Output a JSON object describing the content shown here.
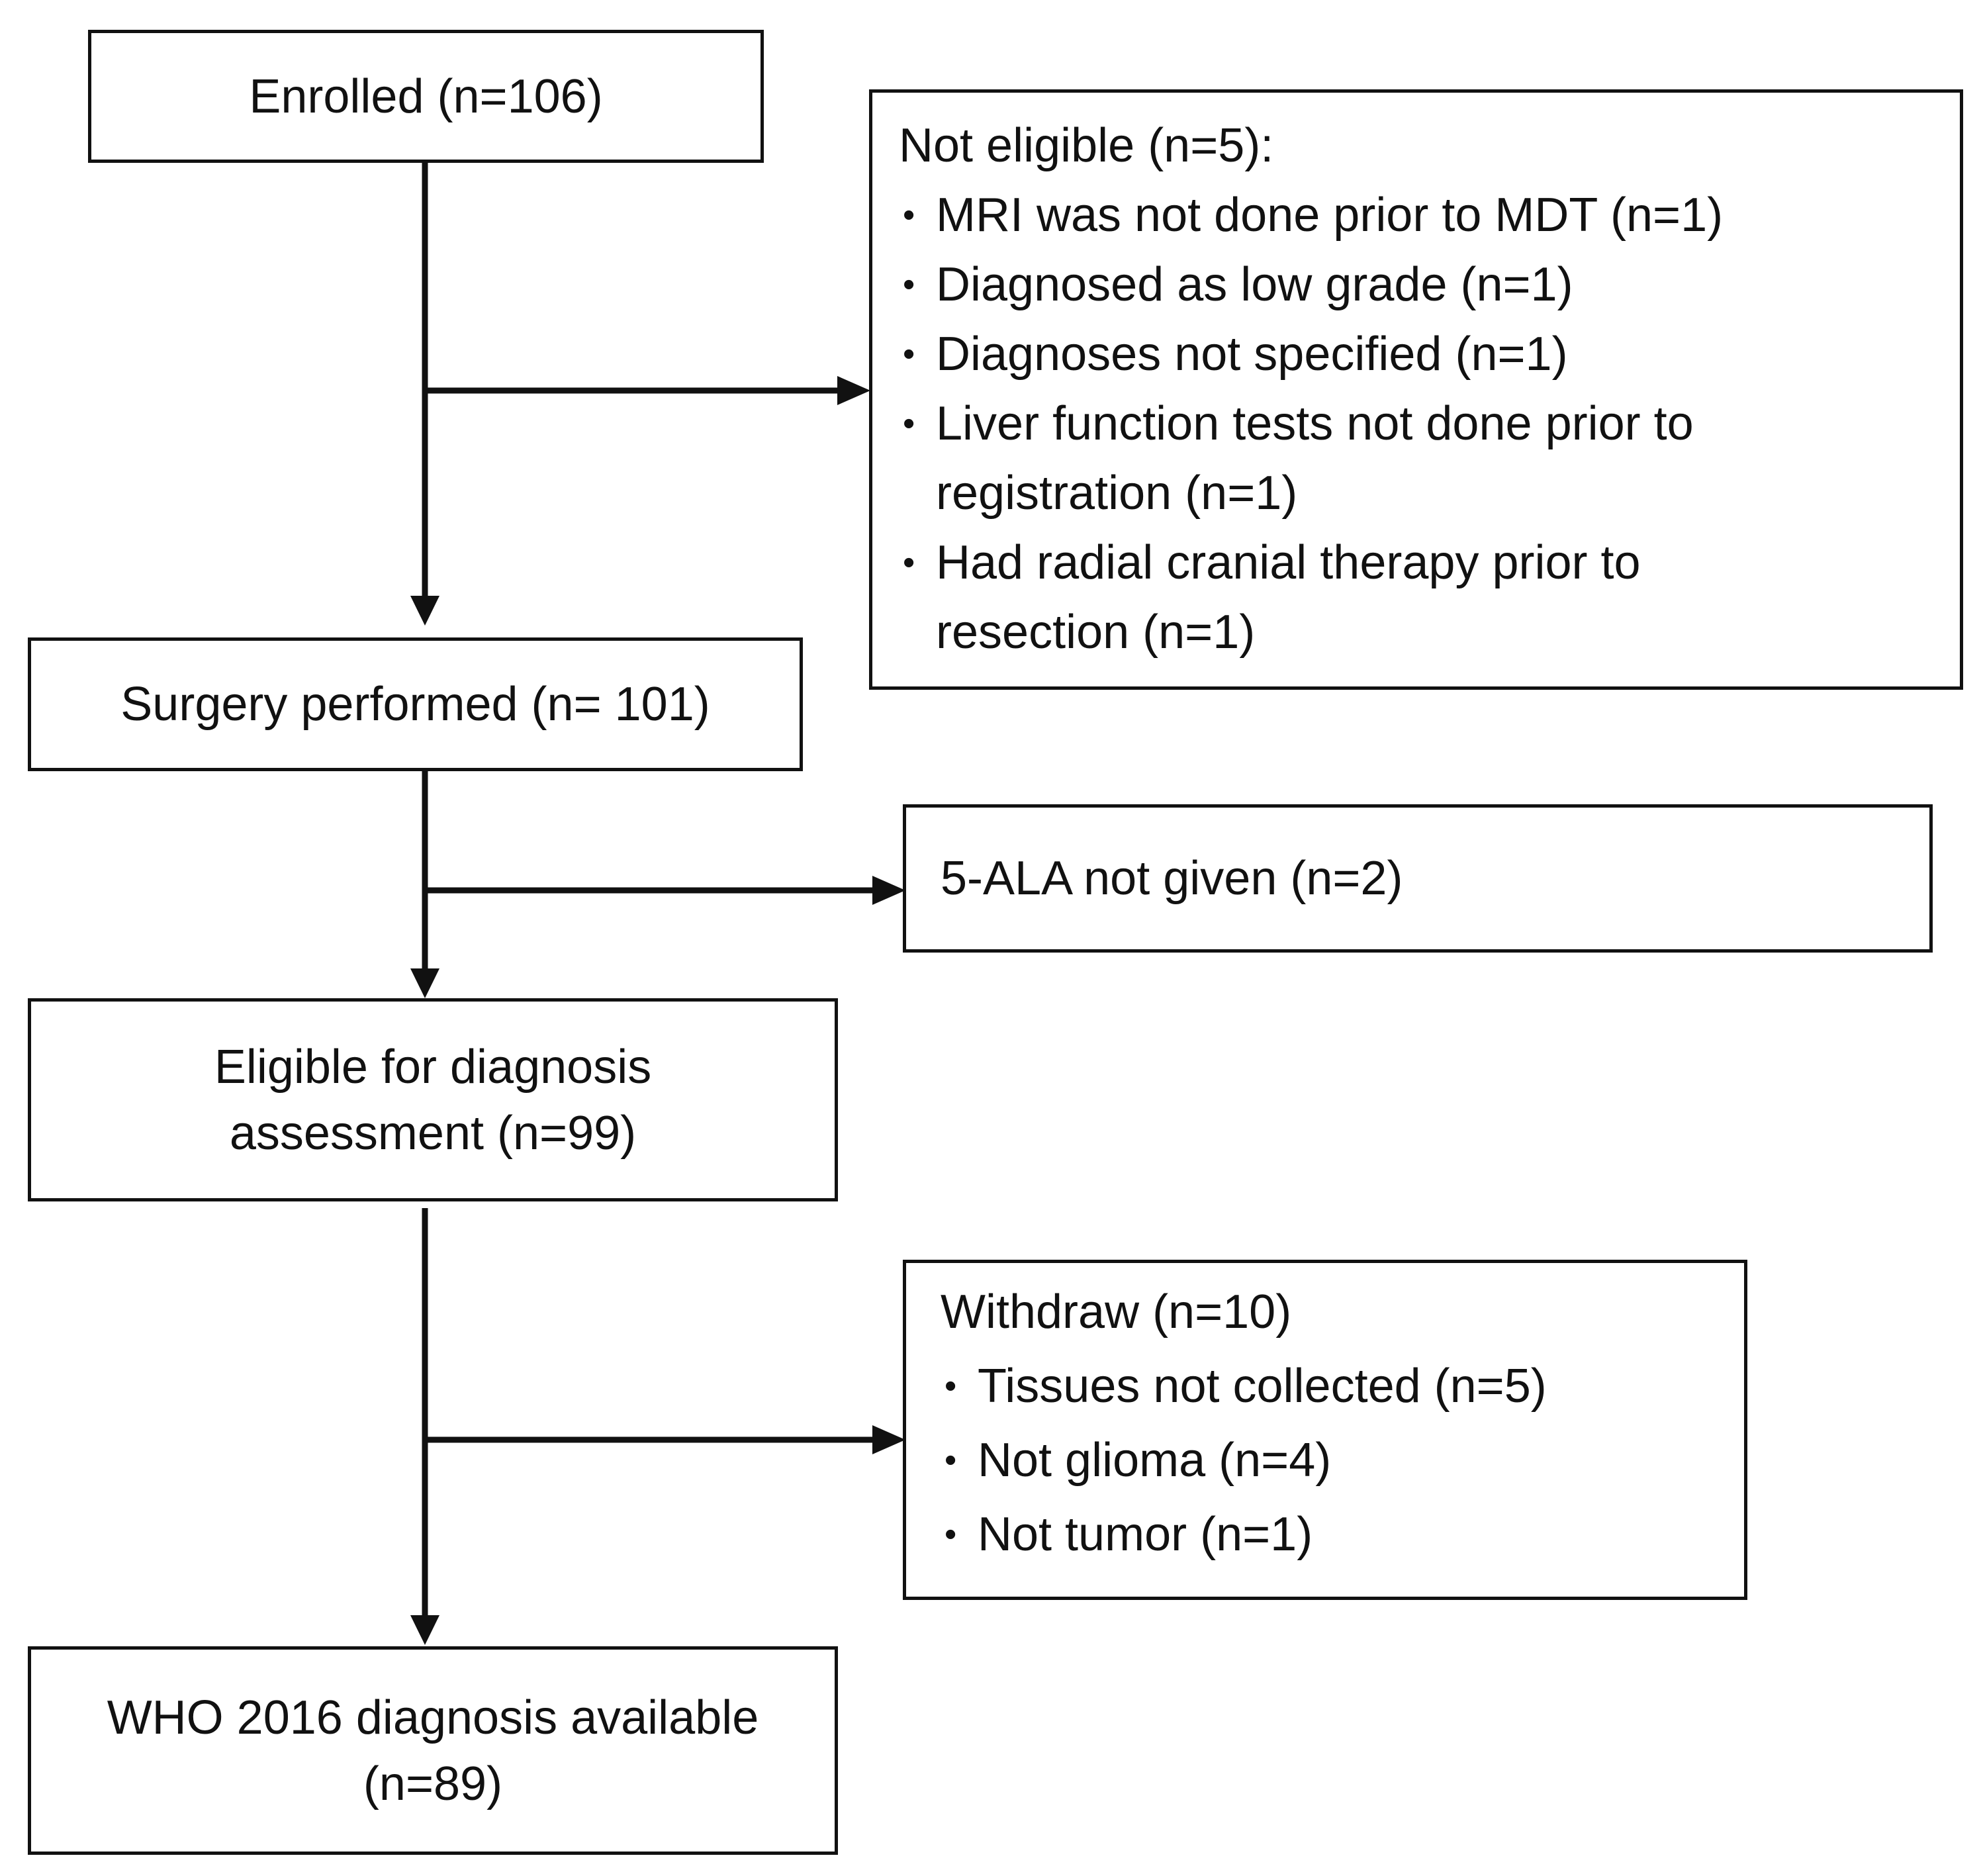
{
  "enrolled": {
    "label": "Enrolled (n=106)"
  },
  "not_eligible": {
    "heading": "Not eligible (n=5):",
    "items": [
      "MRI was not done prior to MDT (n=1)",
      "Diagnosed as low grade (n=1)",
      "Diagnoses not specified (n=1)",
      "Liver function tests not done prior to registration (n=1)",
      "Had radial cranial therapy prior to resection (n=1)"
    ],
    "bullet": "•"
  },
  "surgery": {
    "label": "Surgery performed (n= 101)"
  },
  "ala_not_given": {
    "label": "5-ALA not given (n=2)"
  },
  "eligible": {
    "line1": "Eligible for diagnosis",
    "line2": "assessment (n=99)"
  },
  "withdraw": {
    "heading": "Withdraw (n=10)",
    "items": [
      "Tissues not collected (n=5)",
      "Not glioma (n=4)",
      "Not tumor (n=1)"
    ],
    "bullet": "•"
  },
  "who": {
    "line1": "WHO 2016 diagnosis available",
    "line2": "(n=89)"
  },
  "colors": {
    "stroke": "#111111",
    "background": "#ffffff"
  }
}
